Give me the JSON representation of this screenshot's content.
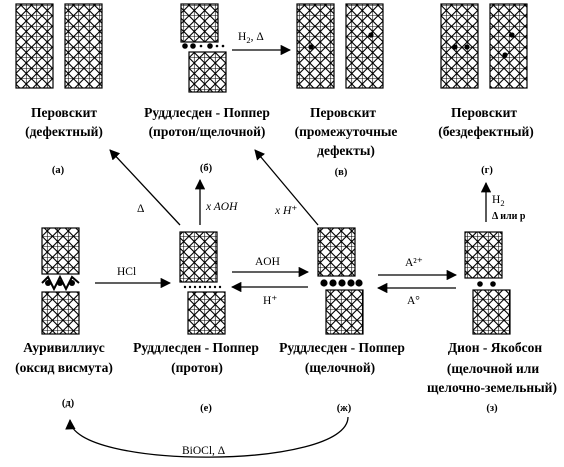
{
  "structures": {
    "a": {
      "name": "Перовскит",
      "sub": "(дефектный)",
      "letter": "(а)"
    },
    "b": {
      "name": "Руддлесден - Поппер",
      "sub": "(протон/щелочной)",
      "letter": "(б)"
    },
    "v": {
      "name": "Перовскит",
      "sub": "(промежуточные",
      "sub2": "дефекты)",
      "letter": "(в)"
    },
    "g": {
      "name": "Перовскит",
      "sub": "(бездефектный)",
      "letter": "(г)"
    },
    "d": {
      "name": "Ауривиллиус",
      "sub": "(оксид висмута)",
      "letter": "(д)"
    },
    "e": {
      "name": "Руддлесден - Поппер",
      "sub": "(протон)",
      "letter": "(е)"
    },
    "zh": {
      "name": "Руддлесден - Поппер",
      "sub": "(щелочной)",
      "letter": "(ж)"
    },
    "z": {
      "name": "Дион - Якобсон",
      "sub": "(щелочной или",
      "sub2": "щелочно-земельный)",
      "letter": "(з)"
    }
  },
  "reactions": {
    "h2_delta": {
      "main": "H",
      "sub": "2",
      "rest": ", Δ"
    },
    "hcl": "HCl",
    "aoh": "AOH",
    "h_plus": "H⁺",
    "a2_plus": "A²⁺",
    "a_zero": "A°",
    "delta": "Δ",
    "x_aoh": "x AOH",
    "x_h_plus": "x H⁺",
    "h2": {
      "main": "H",
      "sub": "2"
    },
    "delta_or_p": "Δ или p",
    "biocl_delta": "BiOCl, Δ"
  },
  "colors": {
    "ink": "#000000",
    "background": "#ffffff"
  }
}
